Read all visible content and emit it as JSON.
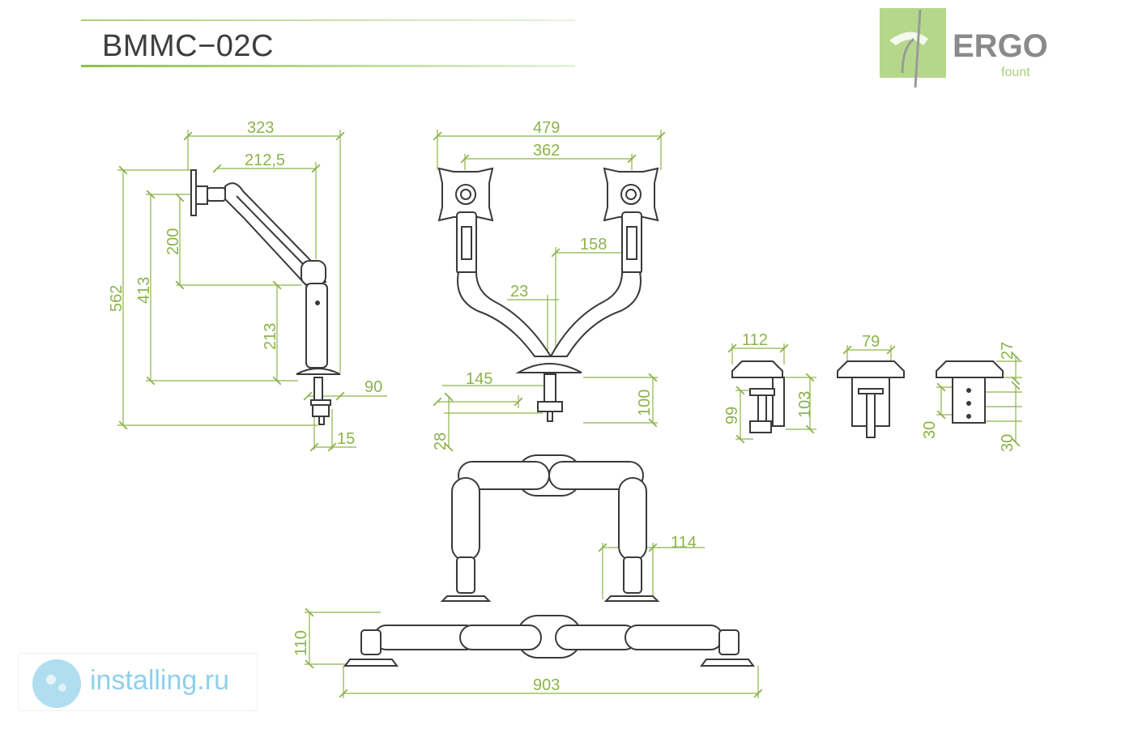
{
  "header": {
    "title": "BMMC−02C"
  },
  "brand": {
    "name": "ERGO",
    "sub": "fount",
    "accent": "#a8cf7a",
    "dim_color": "#8cb34a",
    "line_color": "#3a3a3a"
  },
  "watermark": {
    "text": "installing.ru",
    "color": "#8fd0ea"
  },
  "dimensions": {
    "side_overall_width": "323",
    "side_arm_reach": "212,5",
    "side_total_height": "562",
    "side_height_413": "413",
    "side_height_200": "200",
    "side_height_213": "213",
    "side_base_90": "90",
    "side_base_15": "15",
    "front_overall_width": "479",
    "front_head_spacing": "362",
    "front_158": "158",
    "front_23": "23",
    "front_145": "145",
    "front_100": "100",
    "front_28": "28",
    "clamp_112": "112",
    "clamp_99": "99",
    "clamp_103": "103",
    "clamp_79": "79",
    "clamp_27": "27",
    "clamp_30a": "30",
    "clamp_30b": "30",
    "top_114": "114",
    "top_110": "110",
    "top_903": "903"
  }
}
